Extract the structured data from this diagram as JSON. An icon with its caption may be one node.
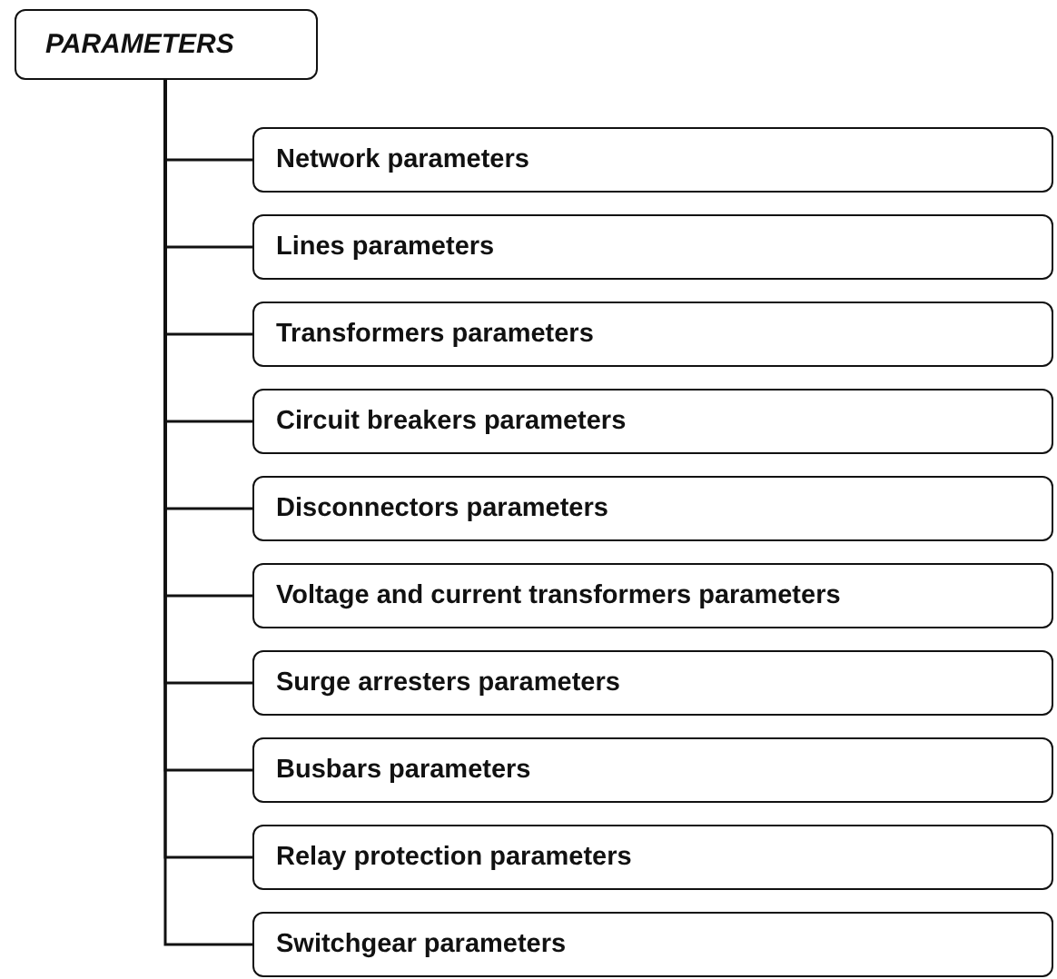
{
  "diagram": {
    "nodes": [
      {
        "text": [
          "PARAMETERS"
        ]
      },
      {
        "text": [
          "Network parameters"
        ]
      },
      {
        "text": [
          "Lines parameters"
        ]
      },
      {
        "text": [
          "Transformers parameters"
        ]
      },
      {
        "text": [
          "Circuit breakers parameters"
        ]
      },
      {
        "text": [
          "Disconnectors parameters"
        ]
      },
      {
        "text": [
          "Voltage and current transformers parameters"
        ]
      },
      {
        "text": [
          "Surge arresters parameters"
        ]
      },
      {
        "text": [
          "Busbars parameters"
        ]
      },
      {
        "text": [
          "Relay protection parameters"
        ]
      },
      {
        "text": [
          "Switchgear parameters"
        ]
      }
    ],
    "edges": [
      {
        "from": 0,
        "to": 1,
        "arrow": "none"
      },
      {
        "from": 0,
        "to": 2,
        "arrow": "none"
      },
      {
        "from": 0,
        "to": 3,
        "arrow": "none"
      },
      {
        "from": 0,
        "to": 4,
        "arrow": "none"
      },
      {
        "from": 0,
        "to": 5,
        "arrow": "none"
      },
      {
        "from": 0,
        "to": 6,
        "arrow": "none"
      },
      {
        "from": 0,
        "to": 7,
        "arrow": "none"
      },
      {
        "from": 0,
        "to": 8,
        "arrow": "none"
      },
      {
        "from": 0,
        "to": 9,
        "arrow": "none"
      },
      {
        "from": 0,
        "to": 10,
        "arrow": "none"
      }
    ]
  }
}
